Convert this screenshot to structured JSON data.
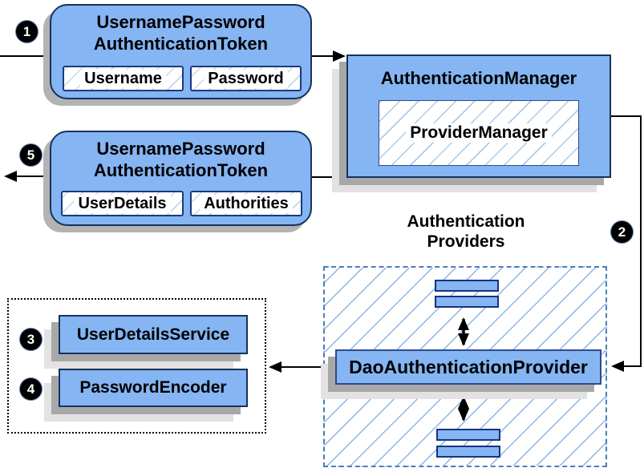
{
  "diagram": {
    "steps": [
      {
        "label": "1"
      },
      {
        "label": "2"
      },
      {
        "label": "3"
      },
      {
        "label": "4"
      },
      {
        "label": "5"
      }
    ],
    "request_token": {
      "title_line1": "UsernamePassword",
      "title_line2": "AuthenticationToken",
      "fields": [
        "Username",
        "Password"
      ]
    },
    "response_token": {
      "title_line1": "UsernamePassword",
      "title_line2": "AuthenticationToken",
      "fields": [
        "UserDetails",
        "Authorities"
      ]
    },
    "authentication_manager": {
      "title": "AuthenticationManager",
      "inner": "ProviderManager"
    },
    "providers_group": {
      "title_line1": "Authentication",
      "title_line2": "Providers",
      "provider": "DaoAuthenticationProvider"
    },
    "services_group": {
      "items": [
        "UserDetailsService",
        "PasswordEncoder"
      ]
    },
    "colors": {
      "box_fill": "#85B5F2",
      "box_border": "#16325C",
      "field_border": "#1A3A7E",
      "hatch_line": "#8AB4E4",
      "dashed_border": "#4A7EBB",
      "dotted_border": "#000000",
      "shadow": "#A8A8A8",
      "shadow_light": "#E2E2E2",
      "arrow": "#000000",
      "text": "#000000"
    }
  }
}
